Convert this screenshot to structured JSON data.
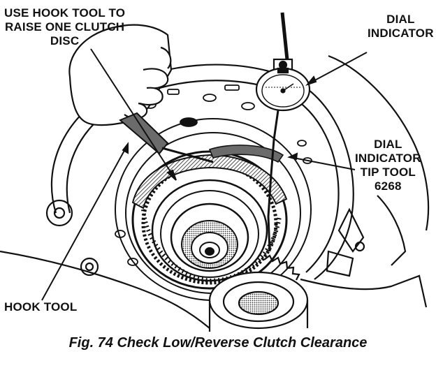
{
  "labels": {
    "hook_instruction": [
      "USE HOOK TOOL TO",
      "RAISE ONE CLUTCH",
      "DISC"
    ],
    "dial_indicator": [
      "DIAL",
      "INDICATOR"
    ],
    "tip_tool": [
      "DIAL",
      "INDICATOR",
      "TIP TOOL",
      "6268"
    ],
    "hook_tool": [
      "HOOK TOOL"
    ]
  },
  "caption": "Fig. 74 Check Low/Reverse Clutch Clearance",
  "colors": {
    "ink": "#111111",
    "paper": "#ffffff",
    "shade": "#6b6b6b"
  }
}
